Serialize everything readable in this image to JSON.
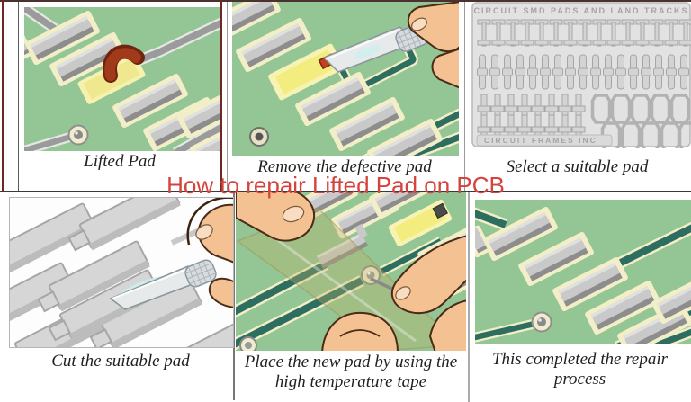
{
  "title": "How to repair Lifted Pad on PCB",
  "panels": {
    "lifted": {
      "caption": "Lifted Pad"
    },
    "remove": {
      "caption": "Remove the defective pad"
    },
    "select": {
      "caption": "Select a suitable pad",
      "sheet_header": "CIRCUIT SMD PADS AND LAND TRACKS",
      "sheet_footer": "CIRCUIT FRAMES  INC"
    },
    "cut": {
      "caption": "Cut the suitable pad"
    },
    "place": {
      "caption": "Place the new pad by using the high temperature tape"
    },
    "complete": {
      "caption": "This completed the repair process"
    }
  },
  "colors": {
    "title_red": "#d4433c",
    "pcb_green": "#94c594",
    "trace_teal": "#2e6e61",
    "pad_gray": "#c9c9c9",
    "pad_outline_cream": "#f2eec8",
    "lifted_pad_copper": "#a03a1b",
    "exposed_yellow": "#f3ec7f",
    "skin_tone": "#f4c193",
    "accent_border_red": "#6e2722"
  }
}
